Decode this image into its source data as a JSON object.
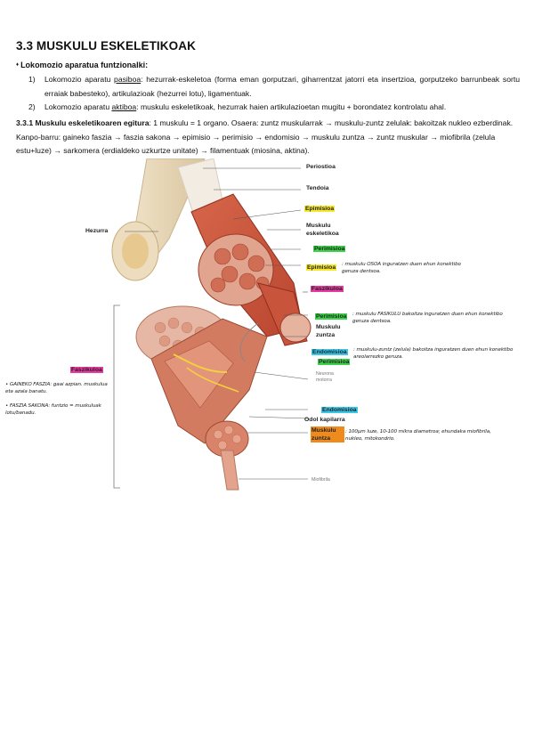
{
  "heading": "3.3 MUSKULU ESKELETIKOAK",
  "intro": "Lokomozio aparatua funtzionalki:",
  "list": [
    {
      "num": "1)",
      "pre": "Lokomozio aparatu ",
      "key": "pasiboa",
      "post": ": hezurrak-eskeletoa (forma eman gorputzari, giharrentzat jatorri eta insertzioa, gorputzeko barrunbeak sortu erraiak babesteko), artikulazioak (hezurrei lotu), ligamentuak."
    },
    {
      "num": "2)",
      "pre": "Lokomozio aparatu ",
      "key": "aktiboa",
      "post": ": muskulu eskeletikoak, hezurrak haien artikulazioetan mugitu + borondatez kontrolatu ahal."
    }
  ],
  "section": {
    "title": "3.3.1 Muskulu eskeletikoaren egitura",
    "text": ": 1 muskulu = 1 organo. Osaera: zuntz muskularrak → muskulu-zuntz zelulak: bakoitzak nukleo ezberdinak. Kanpo-barru: gaineko faszia → faszia sakona → epimisio → perimisio → endomisio → muskulu zuntza → zuntz muskular → miofibrila (zelula estu+luze) → sarkomera (erdialdeko uzkurtze unitate) → filamentuak (miosina, aktina)."
  },
  "figure": {
    "labels": {
      "periostioa": "Periostioa",
      "tendoia": "Tendoia",
      "hezurra": "Hezurra",
      "epimisioa1": "Epimisioa",
      "muskulu_eskeletikoa": "Muskulu eskeletikoa",
      "perimisioa1": "Perimisioa",
      "epimisioa2": "Epimisioa",
      "faszikuloa1": "Faszikuloa",
      "perimisioa2": "Perimisioa",
      "muskulu_zuntza": "Muskulu zuntza",
      "endomisioa1": "Endomisioa",
      "perimisioa3": "Perimisioa",
      "neurona_motorra": "Neurona motorra",
      "faszikuloa2": "Faszikuloa",
      "endomisioa2": "Endomisioa",
      "odol_kapilarra": "Odol kapilarra",
      "muskulu_zuntza2": "Muskulu zuntza",
      "miofibrila": "Miofibrila"
    },
    "notes": {
      "epimisio": ": muskulu OSOA inguratzen duen ehun konektibo geruza dentsoa.",
      "perimisio": ": muskulu FASIKULU bakoitza inguratzen duen ehun konektibo geruza dentsoa.",
      "endomisio": ": muskulu-zuntz (zelula) bakoitza inguratzen duen ehun konektibo areolarrezko geruza.",
      "muskulu_zuntza": ": 100µm luze, 10-100 mikra diametroa; ehundaka miofibrila, nukleo, mitokondrio.",
      "gaineko_faszia": "• GAINEKO FASZIA: gaai azpian. muskulua eta azala banatu.",
      "faszia_sakona": "• FASZIA SAKONA: funtzio = muskuluak lotu/banadu."
    }
  }
}
